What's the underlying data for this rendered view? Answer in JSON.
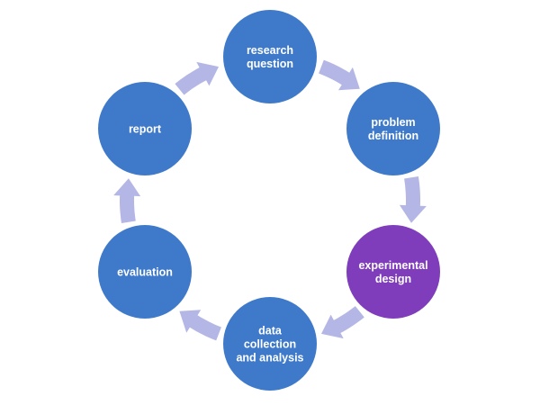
{
  "diagram": {
    "title": "",
    "type": "cycle",
    "colors": {
      "node_default": "#3F7ACA",
      "node_highlight": "#7F3DBC",
      "arrow": "#B4B6E6",
      "label": "#FFFFFF",
      "background": "#FFFFFF"
    },
    "nodes": [
      {
        "id": "research-question",
        "lines": [
          "research",
          "question"
        ],
        "highlighted": false
      },
      {
        "id": "problem-definition",
        "lines": [
          "problem",
          "definition"
        ],
        "highlighted": false
      },
      {
        "id": "experimental-design",
        "lines": [
          "experimental",
          "design"
        ],
        "highlighted": true
      },
      {
        "id": "data-collection-and-analysis",
        "lines": [
          "data",
          "collection",
          "and analysis"
        ],
        "highlighted": false
      },
      {
        "id": "evaluation",
        "lines": [
          "evaluation"
        ],
        "highlighted": false
      },
      {
        "id": "report",
        "lines": [
          "report"
        ],
        "highlighted": false
      }
    ],
    "edges": [
      {
        "from": "research-question",
        "to": "problem-definition"
      },
      {
        "from": "problem-definition",
        "to": "experimental-design"
      },
      {
        "from": "experimental-design",
        "to": "data-collection-and-analysis"
      },
      {
        "from": "data-collection-and-analysis",
        "to": "evaluation"
      },
      {
        "from": "evaluation",
        "to": "report"
      },
      {
        "from": "report",
        "to": "research-question"
      }
    ]
  }
}
